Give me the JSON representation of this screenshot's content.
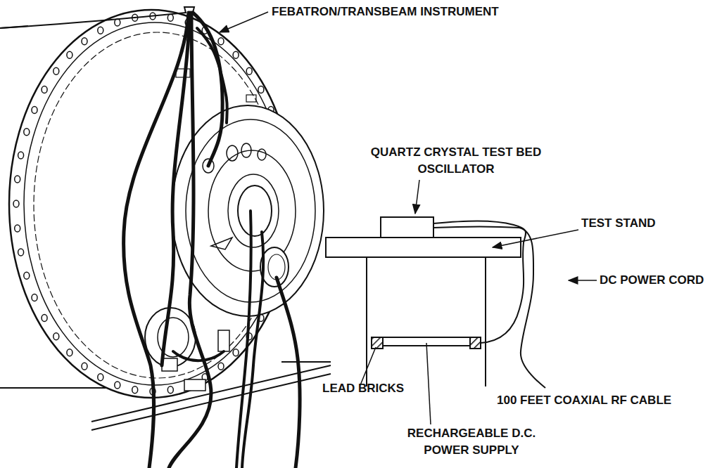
{
  "diagram": {
    "labels": [
      "FEBATRON/TRANSBEAM INSTRUMENT",
      "QUARTZ CRYSTAL TEST BED OSCILLATOR",
      "TEST STAND",
      "DC POWER CORD",
      "LEAD BRICKS",
      "100 FEET COAXIAL RF CABLE",
      "RECHARGEABLE D.C. POWER SUPPLY"
    ]
  }
}
